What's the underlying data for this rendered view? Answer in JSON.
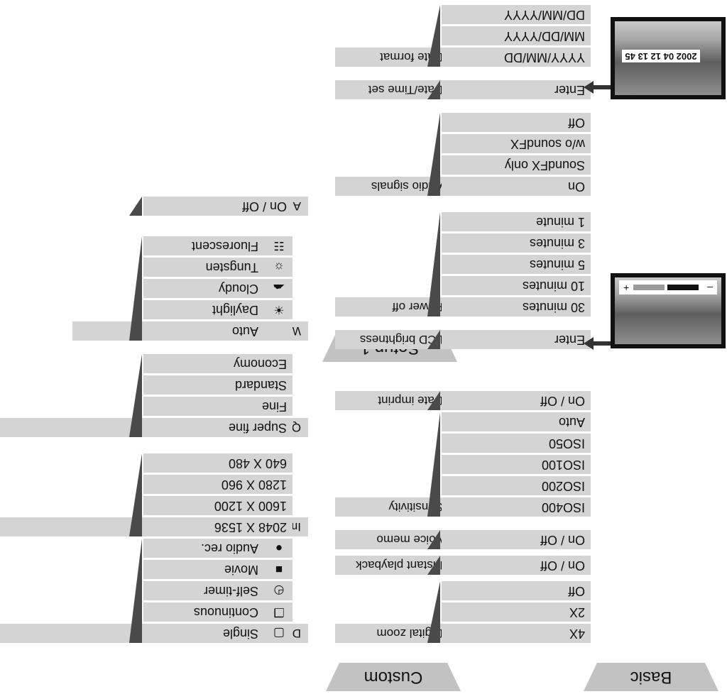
{
  "basic": {
    "tab": "Basic",
    "drive_mode": {
      "label": "Drive mode",
      "options": [
        "Single",
        "Continuous",
        "Self-timer",
        "Movie",
        "Audio rec."
      ],
      "icons": [
        "single-frame-icon",
        "continuous-icon",
        "self-timer-icon",
        "movie-icon",
        "microphone-icon"
      ]
    },
    "image_size": {
      "label": "Image size",
      "options": [
        "2048 X 1536",
        "1600 X 1200",
        "1280 X 960",
        "640 X 480"
      ]
    },
    "quality": {
      "label": "Quality",
      "options": [
        "Super fine",
        "Fine",
        "Standard",
        "Economy"
      ]
    },
    "white_balance": {
      "label": "White balance",
      "options": [
        "Auto",
        "Daylight",
        "Cloudy",
        "Tungsten",
        "Fluorescent"
      ],
      "icons": [
        "",
        "sun-icon",
        "cloud-icon",
        "bulb-icon",
        "fluorescent-icon"
      ]
    },
    "auto_reset": {
      "label": "Auto reset",
      "options": [
        "On / Off"
      ]
    }
  },
  "custom": {
    "tab": "Custom",
    "digital_zoom": {
      "label": "Digital zoom",
      "options": [
        "4X",
        "2X",
        "Off"
      ]
    },
    "instant_playback": {
      "label": "Instant playback",
      "options": [
        "On / Off"
      ]
    },
    "voice_memo": {
      "label": "Voice memo",
      "options": [
        "On / Off"
      ]
    },
    "sensitivity": {
      "label": "Sensitivity",
      "options": [
        "ISO400",
        "ISO200",
        "ISO100",
        "ISO50",
        "Auto"
      ]
    },
    "date_imprint": {
      "label": "Date imprint",
      "options": [
        "On / Off"
      ]
    }
  },
  "setup1": {
    "tab": "Setup 1",
    "lcd_brightness": {
      "label": "LCD brightness",
      "options": [
        "Enter"
      ]
    },
    "power_off": {
      "label": "Power off",
      "options": [
        "30 minutes",
        "10 minutes",
        "5 minutes",
        "3 minutes",
        "1 minute"
      ]
    },
    "audio_signals": {
      "label": "Audio signals",
      "options": [
        "On",
        "SoundFX only",
        "w/o soundFX",
        "Off"
      ]
    },
    "date_time_set": {
      "label": "Date/Time set",
      "options": [
        "Enter"
      ]
    },
    "date_format": {
      "label": "Date format",
      "options": [
        "YYYY/MM/DD",
        "MM/DD/YYYY",
        "DD/MM/YYYY"
      ]
    }
  },
  "screens": {
    "date_display": "2002 04 12  13 45",
    "brightness_minus": "–",
    "brightness_plus": "+"
  },
  "colors": {
    "bar": "#d4d4d4",
    "tab": "#c2c2c2",
    "accent": "#4a4a4a"
  }
}
